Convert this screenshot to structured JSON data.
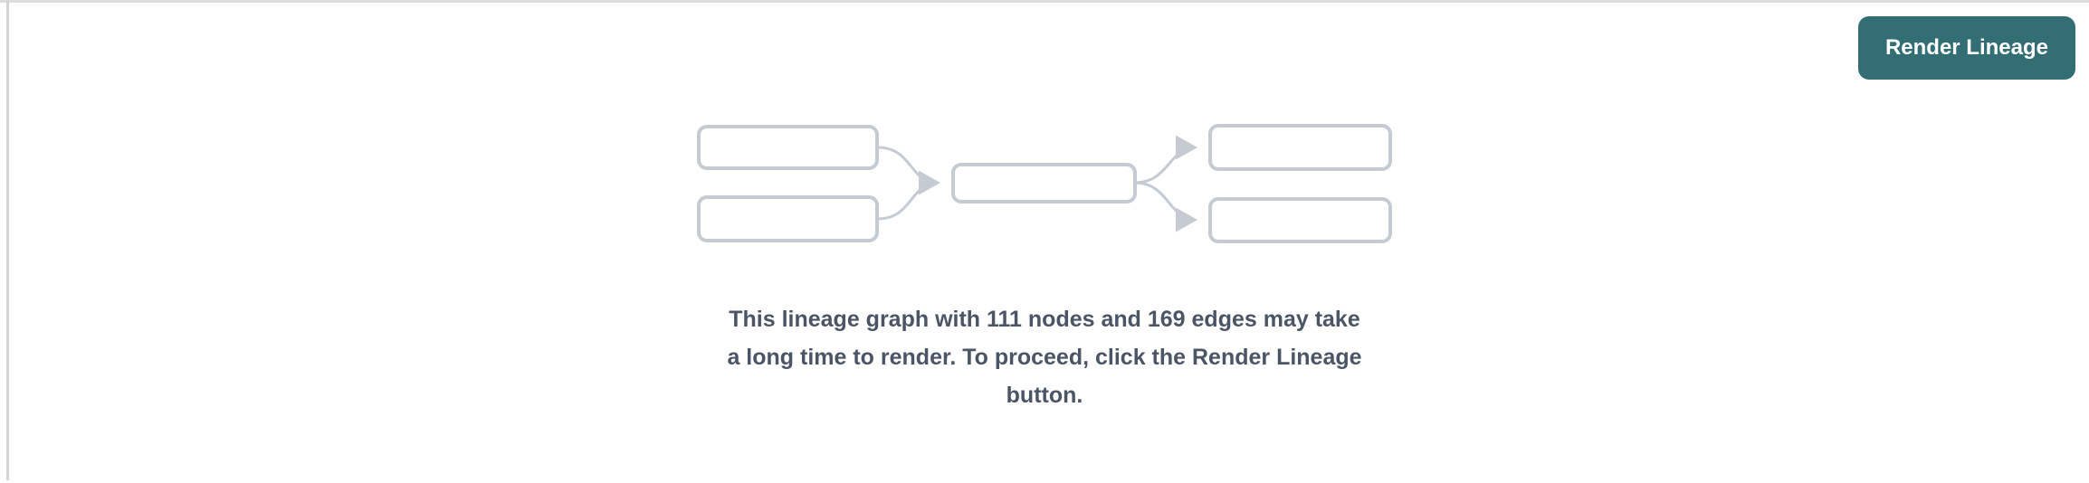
{
  "page": {
    "background_color": "#ffffff",
    "top_border_color": "#dcdcdf",
    "left_divider_color": "#d4d4d7"
  },
  "toolbar": {
    "render_button_label": "Render Lineage",
    "render_button_bg": "#336e75",
    "render_button_text_color": "#ffffff"
  },
  "empty_state": {
    "node_count": "111",
    "edge_count": "169",
    "message": "This lineage graph with 111 nodes and 169 edges may take a long time to render. To proceed, click the Render Lineage button.",
    "message_lines": [
      "This lineage graph with 111 nodes and 169 edges may take",
      "a long time to render. To proceed, click the Render Lineage",
      "button."
    ],
    "message_color": "#4b5565",
    "illustration": {
      "description": "placeholder lineage graph: two source nodes, one middle node, two target nodes, curved arrows",
      "box_border_color": "#c5cad3",
      "box_fill_color": "#ffffff",
      "node_count_in_illustration": 5,
      "edge_count_in_illustration": 4
    }
  }
}
